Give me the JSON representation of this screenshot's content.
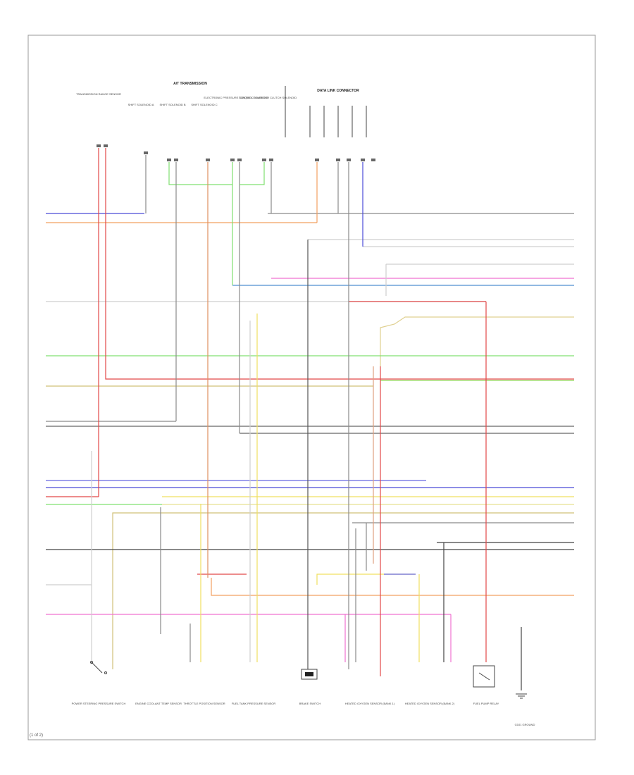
{
  "page": {
    "footer_code": "(1 of 2)"
  },
  "colors": {
    "bg": "#ffffff",
    "frame": "#9a9a9a",
    "blue": "#4a4ad8",
    "orange": "#f2a060",
    "red": "#e24848",
    "green": "#80e070",
    "tan": "#d0c078",
    "gray": "#8a8a8a",
    "pink": "#f070d0",
    "teal": "#4f8fd0",
    "yellow": "#f0e060",
    "violet": "#6868e0",
    "dark": "#444444"
  },
  "diagram": {
    "top_title": "A/T TRANSMISSION",
    "top_right_title": "DATA LINK CONNECTOR",
    "top_components": [
      {
        "name": "trans-range-sensor",
        "label": "TRANSMISSION RANGE SENSOR"
      },
      {
        "name": "shift-solenoid-a",
        "label": "SHIFT SOLENOID A"
      },
      {
        "name": "shift-solenoid-b",
        "label": "SHIFT SOLENOID B"
      },
      {
        "name": "shift-solenoid-c",
        "label": "SHIFT SOLENOID C"
      },
      {
        "name": "epc-solenoid",
        "label": "ELECTRONIC PRESSURE CONTROL SOLENOID"
      },
      {
        "name": "tcc-solenoid",
        "label": "TORQUE CONVERTER CLUTCH SOLENOID"
      }
    ],
    "bottom_components": [
      {
        "name": "power-steering-switch",
        "label": "POWER STEERING PRESSURE SWITCH"
      },
      {
        "name": "engine-coolant-sensor",
        "label": "ENGINE COOLANT TEMP SENSOR"
      },
      {
        "name": "throttle-position-sensor",
        "label": "THROTTLE POSITION SENSOR"
      },
      {
        "name": "fuel-tank-sensor",
        "label": "FUEL TANK PRESSURE SENSOR"
      },
      {
        "name": "brake-switch",
        "label": "BRAKE SWITCH"
      },
      {
        "name": "o2-sensor-1",
        "label": "HEATED OXYGEN SENSOR (BANK 1)"
      },
      {
        "name": "o2-sensor-2",
        "label": "HEATED OXYGEN SENSOR (BANK 2)"
      },
      {
        "name": "fuel-pump-relay",
        "label": "FUEL PUMP RELAY"
      },
      {
        "name": "pcm-ground",
        "label": "G101 GROUND"
      }
    ]
  }
}
